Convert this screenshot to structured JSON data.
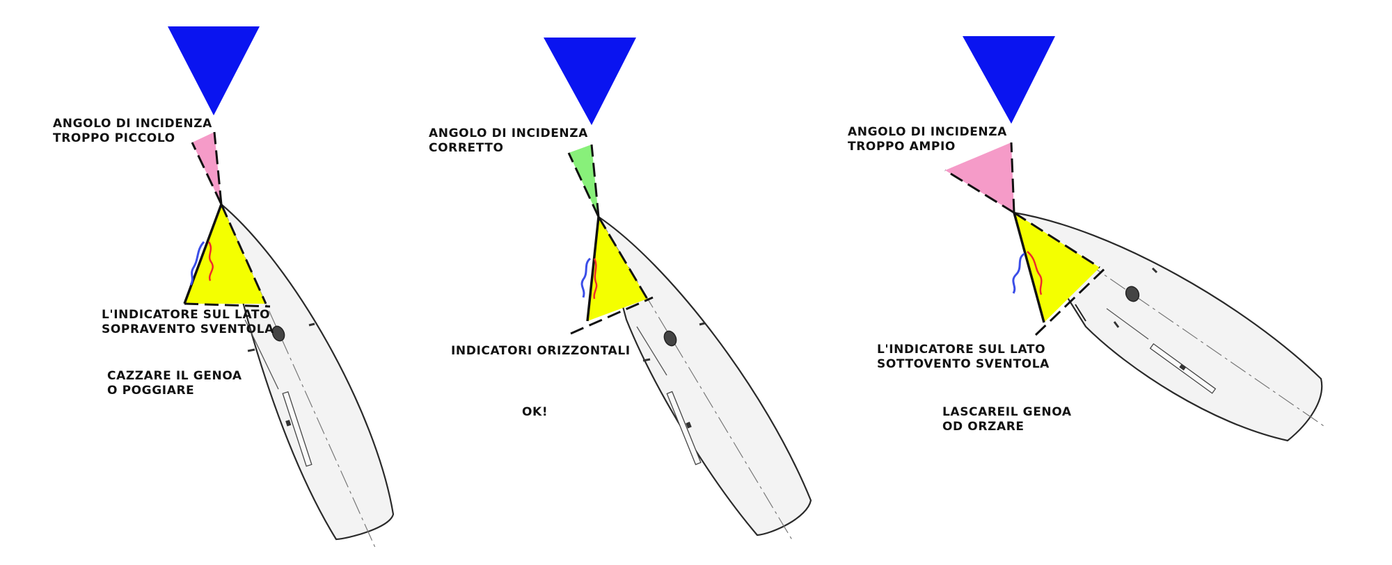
{
  "colors": {
    "wind": "#0a14f0",
    "sail": "#f4ff00",
    "angle_wrong": "#f59bc8",
    "angle_ok": "#88f07a",
    "telltale_windward": "#3b4ee8",
    "telltale_leeward": "#ee2b2b"
  },
  "icons": [
    "wind-direction-triangle-icon"
  ],
  "panels": [
    {
      "id": "small",
      "angle_label": [
        "ANGOLO DI INCIDENZA",
        "TROPPO PICCOLO"
      ],
      "telltale_label": [
        "L'INDICATORE SUL LATO",
        "SOPRAVENTO SVENTOLA"
      ],
      "action_label": [
        "CAZZARE IL GENOA",
        "O POGGIARE"
      ]
    },
    {
      "id": "correct",
      "angle_label": [
        "ANGOLO DI INCIDENZA",
        "CORRETTO"
      ],
      "telltale_label": [
        "INDICATORI ORIZZONTALI"
      ],
      "action_label": [
        "OK!"
      ]
    },
    {
      "id": "wide",
      "angle_label": [
        "ANGOLO DI INCIDENZA",
        "TROPPO AMPIO"
      ],
      "telltale_label": [
        "L'INDICATORE SUL LATO",
        "SOTTOVENTO SVENTOLA"
      ],
      "action_label": [
        "LASCAREIL GENOA",
        "OD ORZARE"
      ]
    }
  ]
}
